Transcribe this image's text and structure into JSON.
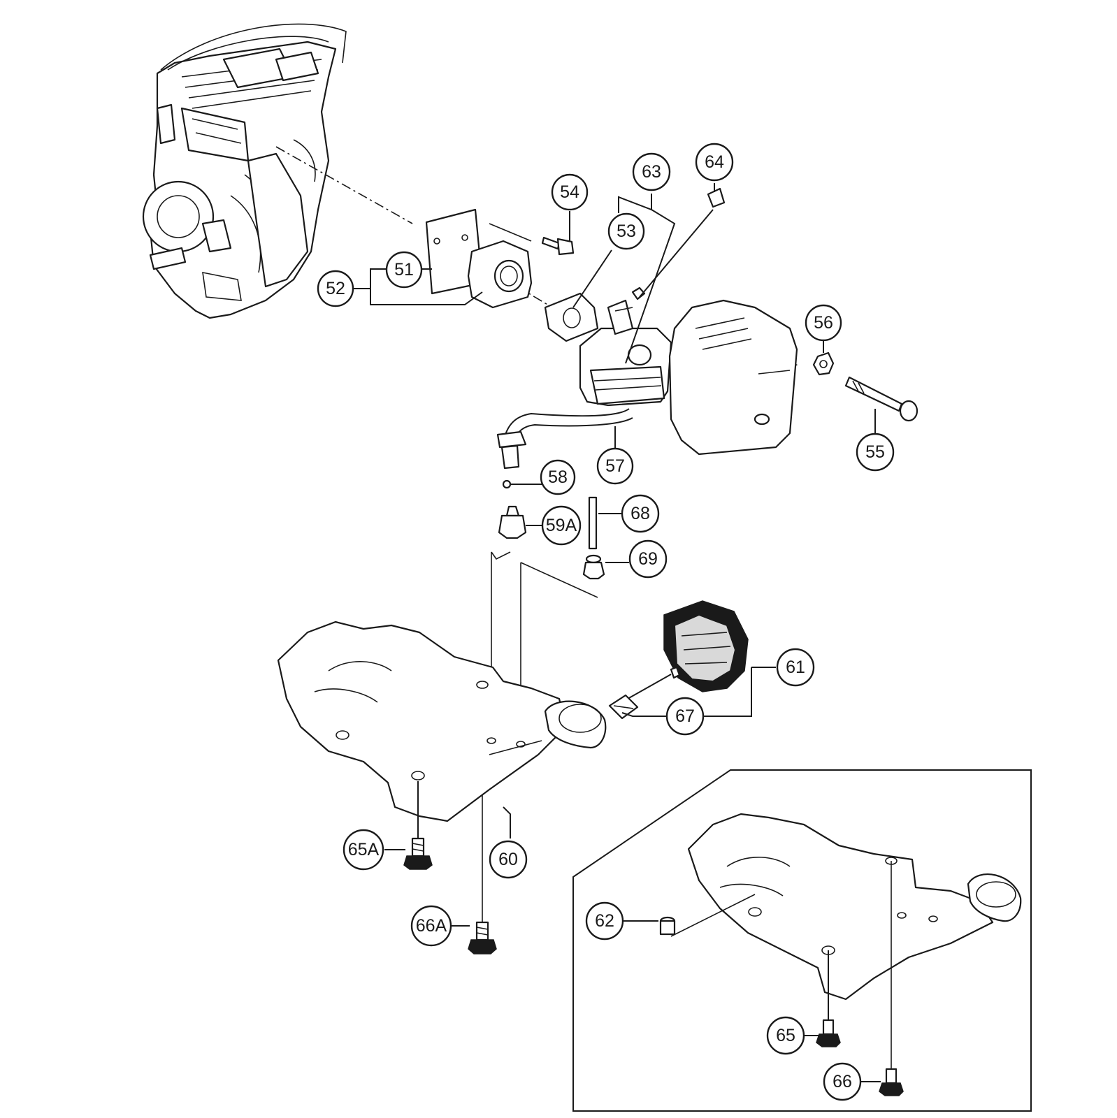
{
  "callouts": {
    "c51": "51",
    "c52": "52",
    "c53": "53",
    "c54": "54",
    "c55": "55",
    "c56": "56",
    "c57": "57",
    "c58": "58",
    "c59A": "59A",
    "c60": "60",
    "c61": "61",
    "c62": "62",
    "c63": "63",
    "c64": "64",
    "c65": "65",
    "c65A": "65A",
    "c66": "66",
    "c66A": "66A",
    "c67": "67",
    "c68": "68",
    "c69": "69"
  },
  "colors": {
    "line": "#1a1a1a",
    "background": "#ffffff"
  }
}
